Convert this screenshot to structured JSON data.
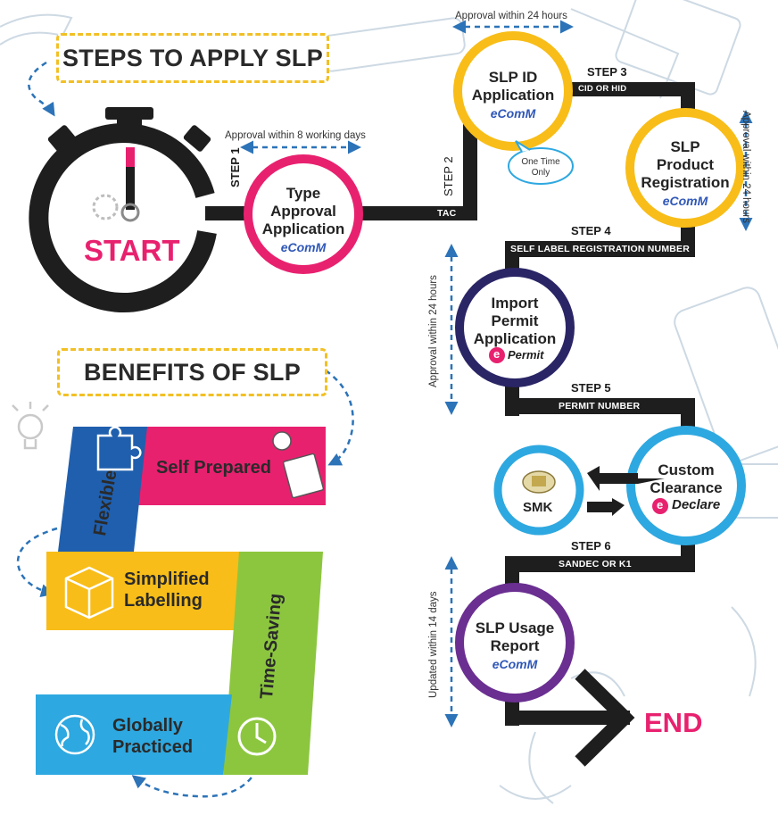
{
  "titles": {
    "steps": "STEPS TO APPLY SLP",
    "benefits": "BENEFITS OF SLP"
  },
  "start_label": "START",
  "end_label": "END",
  "nodes": {
    "type_approval": {
      "line1": "Type",
      "line2": "Approval",
      "line3": "Application",
      "system": "eComM"
    },
    "slp_id": {
      "line1": "SLP ID",
      "line2": "Application",
      "system": "eComM"
    },
    "product_reg": {
      "line1": "SLP",
      "line2": "Product",
      "line3": "Registration",
      "system": "eComM"
    },
    "import_permit": {
      "line1": "Import",
      "line2": "Permit",
      "line3": "Application",
      "system": "Permit"
    },
    "custom_clearance": {
      "line1": "Custom",
      "line2": "Clearance",
      "system": "Declare"
    },
    "smk": {
      "label": "SMK"
    },
    "usage_report": {
      "line1": "SLP Usage",
      "line2": "Report",
      "system": "eComM"
    }
  },
  "one_time": {
    "line1": "One Time",
    "line2": "Only"
  },
  "steps": {
    "s1": "STEP 1",
    "s2": "STEP 2",
    "s3": "STEP 3",
    "s4": "STEP 4",
    "s5": "STEP 5",
    "s6": "STEP 6"
  },
  "bar_labels": {
    "tac": "TAC",
    "cid": "CID OR HID",
    "self_label": "SELF LABEL REGISTRATION NUMBER",
    "permit_number": "PERMIT NUMBER",
    "sandec": "SANDEC  OR  K1"
  },
  "notes": {
    "step1": "Approval within 8 working days",
    "step2": "Approval within 24 hours",
    "step3": "Approval within 24 hours",
    "step4": "Approval within 24 hours",
    "step6": "Updated within 14 days"
  },
  "benefits": {
    "flexible": "Flexible",
    "self_prepared": "Self Prepared",
    "simplified_1": "Simplified",
    "simplified_2": "Labelling",
    "time_saving": "Time-Saving",
    "global_1": "Globally",
    "global_2": "Practiced"
  },
  "colors": {
    "track": "#1e1e1e",
    "pink": "#e8216f",
    "yellow": "#f8bd18",
    "blue_light": "#2ea8e0",
    "navy": "#2a2565",
    "purple": "#6a2f91",
    "flexible": "#1f5fae",
    "green": "#8cc63f",
    "globe": "#2ea8e0",
    "dash": "#2c73b8"
  }
}
